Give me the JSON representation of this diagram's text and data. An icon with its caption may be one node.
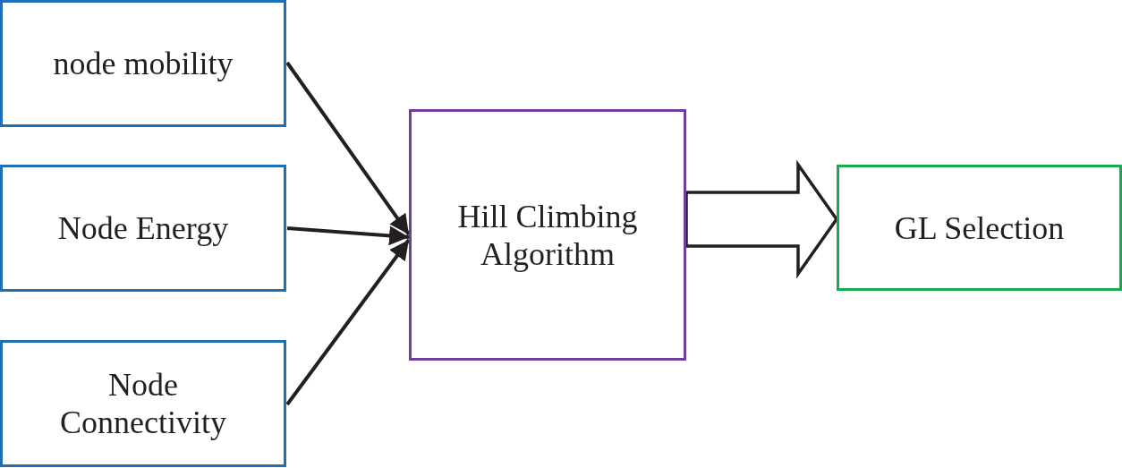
{
  "diagram": {
    "nodes": [
      {
        "text": [
          "node mobility"
        ]
      },
      {
        "text": [
          "Node Energy"
        ]
      },
      {
        "text": [
          "Node Connectivity"
        ]
      },
      {
        "text": [
          "Hill Climbing Algorithm"
        ]
      },
      {
        "text": [
          "GL Selection"
        ]
      }
    ],
    "edges": [
      {
        "from": 0,
        "to": 3,
        "arrow": "to"
      },
      {
        "from": 1,
        "to": 3,
        "arrow": "to"
      },
      {
        "from": 2,
        "to": 3,
        "arrow": "to"
      },
      {
        "from": 3,
        "to": 4,
        "arrow": "to",
        "style": "thick"
      }
    ]
  }
}
